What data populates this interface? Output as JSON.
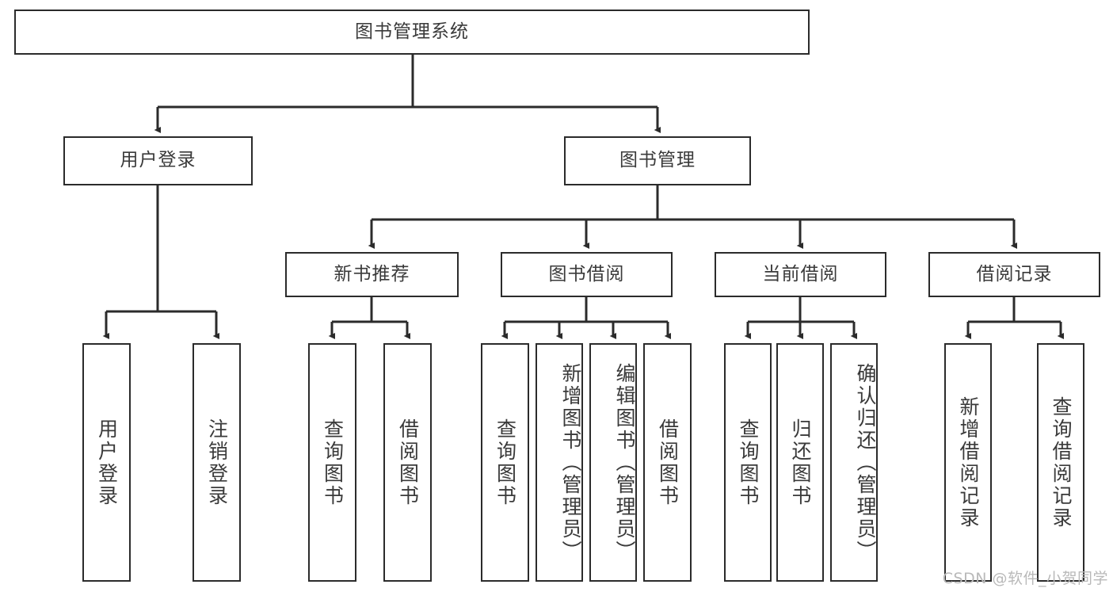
{
  "diagram": {
    "type": "tree",
    "title_node": {
      "label": "图书管理系统"
    },
    "level2": [
      {
        "label": "用户登录"
      },
      {
        "label": "图书管理"
      }
    ],
    "level3": [
      {
        "label": "新书推荐"
      },
      {
        "label": "图书借阅"
      },
      {
        "label": "当前借阅"
      },
      {
        "label": "借阅记录"
      }
    ],
    "leaves": {
      "user_login": [
        {
          "label": "用户登录"
        },
        {
          "label": "注销登录"
        }
      ],
      "new_book_recommend": [
        {
          "label": "查询图书"
        },
        {
          "label": "借阅图书"
        }
      ],
      "book_borrow": [
        {
          "label": "查询图书"
        },
        {
          "label": "新增图书（管理员）"
        },
        {
          "label": "编辑图书（管理员）"
        },
        {
          "label": "借阅图书"
        }
      ],
      "current_borrow": [
        {
          "label": "查询图书"
        },
        {
          "label": "归还图书"
        },
        {
          "label": "确认归还（管理员）"
        }
      ],
      "borrow_record": [
        {
          "label": "新增借阅记录"
        },
        {
          "label": "查询借阅记录"
        }
      ]
    }
  },
  "watermark": {
    "text": "CSDN @软件_小贺同学"
  },
  "colors": {
    "stroke": "#2b2b2b",
    "text": "#3a3a3a",
    "background": "#ffffff",
    "watermark": "#b9b9b9"
  }
}
